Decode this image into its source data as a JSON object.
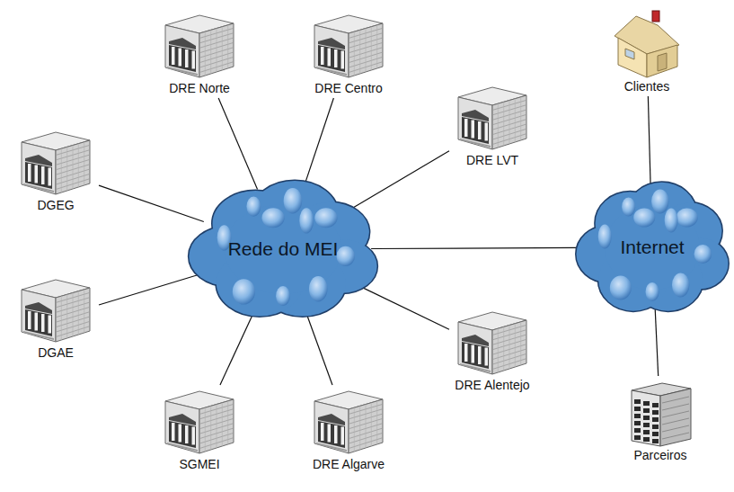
{
  "diagram": {
    "nodes": [
      {
        "text": [
          "DRE Norte"
        ]
      },
      {
        "text": [
          "DRE Centro"
        ]
      },
      {
        "text": [
          "DRE LVT"
        ]
      },
      {
        "text": [
          "Clientes"
        ]
      },
      {
        "text": [
          "DGEG"
        ]
      },
      {
        "text": [
          "Rede do MEI"
        ]
      },
      {
        "text": [
          "Internet"
        ]
      },
      {
        "text": [
          "DGAE"
        ]
      },
      {
        "text": [
          "DRE Alentejo"
        ]
      },
      {
        "text": [
          "SGMEI"
        ]
      },
      {
        "text": [
          "DRE Algarve"
        ]
      },
      {
        "text": [
          "Parceiros"
        ]
      }
    ],
    "edges": [
      {
        "from": 5,
        "to": 0,
        "arrow": "none"
      },
      {
        "from": 5,
        "to": 1,
        "arrow": "none"
      },
      {
        "from": 5,
        "to": 2,
        "arrow": "none"
      },
      {
        "from": 5,
        "to": 4,
        "arrow": "none"
      },
      {
        "from": 5,
        "to": 7,
        "arrow": "none"
      },
      {
        "from": 5,
        "to": 9,
        "arrow": "none"
      },
      {
        "from": 5,
        "to": 10,
        "arrow": "none"
      },
      {
        "from": 5,
        "to": 8,
        "arrow": "none"
      },
      {
        "from": 5,
        "to": 6,
        "arrow": "none"
      },
      {
        "from": 6,
        "to": 3,
        "arrow": "none"
      },
      {
        "from": 6,
        "to": 11,
        "arrow": "none"
      }
    ]
  }
}
